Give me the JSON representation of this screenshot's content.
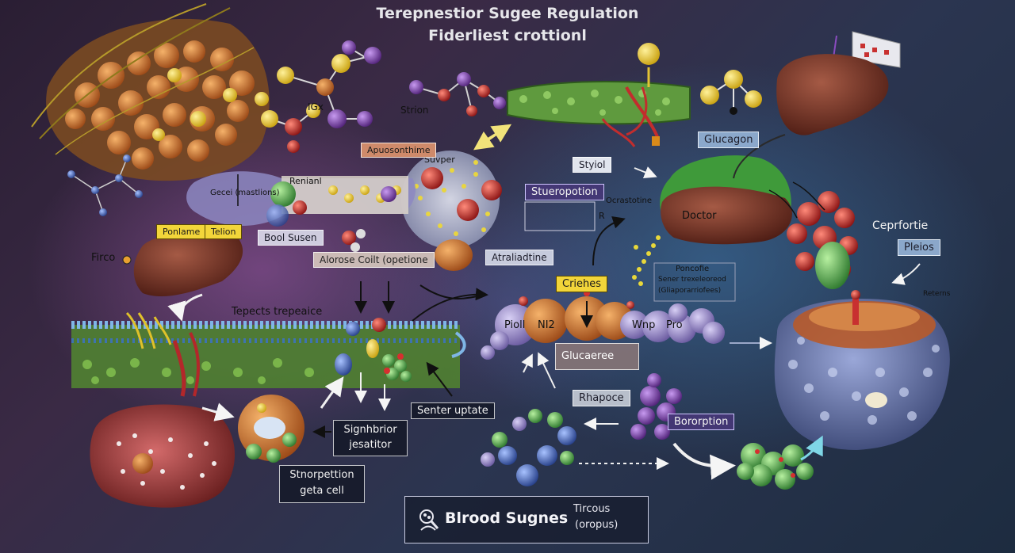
{
  "title_line1": "Terepnestior Sugee Regulation",
  "title_line2": "Fiderliest crottionl",
  "labels": {
    "igx": "IGx",
    "strion": "Strion",
    "apuosonthime": "Apuosonthime",
    "sunper": "Suvper",
    "reniansl": "Renianl",
    "gecei": "Gecei (mastlions)",
    "ponlame": "Ponlame",
    "telion": "Telion",
    "bool_susen": "Bool Susen",
    "fircol": "Firco",
    "alorose": "Alorose Coilt (opetione",
    "tepects": "Tepects trepeaice",
    "atraliadtine": "Atraliadtine",
    "styiol": "Styiol",
    "stueropotion": "Stueropotion",
    "ocrastotine": "Ocrastotine",
    "r_label": "R",
    "glucagon": "Glucagon",
    "doctor": "Doctor",
    "ceprfortie": "Ceprfortie",
    "pleios": "Pleios",
    "reterns": "Reterns",
    "poncofie": "Poncofie",
    "sener_transl": "Sener trexeleoreod",
    "gliapor": "(Gliaporarriofees)",
    "crielies": "Criehes",
    "pioll": "Pioll",
    "ni2": "NI2",
    "wnp": "Wnp",
    "pro": "Pro",
    "glucaree": "Glucaeree",
    "rhapoce": "Rhapoce",
    "senter_uptate": "Senter uptate",
    "signhbrior": "Signhbrior",
    "jesatitor": "jesatitor",
    "stnorpettion": "Stnorpettion",
    "geta_cell": "geta cell",
    "bororption": "Bororption"
  },
  "bottom_panel": {
    "icon": "magnifier-molecule-icon",
    "main": "Blrood Sugnes",
    "sub1": "Tircous",
    "sub2": "(oropus)"
  },
  "colors": {
    "liver": "#6e2f22",
    "membrane": "#5d8f3a",
    "vessel": "#b23a2e",
    "molecule_yellow": "#f2d53a",
    "molecule_purple": "#8a4cbf",
    "molecule_red": "#d62f2f",
    "molecule_blue": "#3f6fbf",
    "molecule_green": "#4fae4f",
    "cell_blue": "#6f86c4"
  }
}
